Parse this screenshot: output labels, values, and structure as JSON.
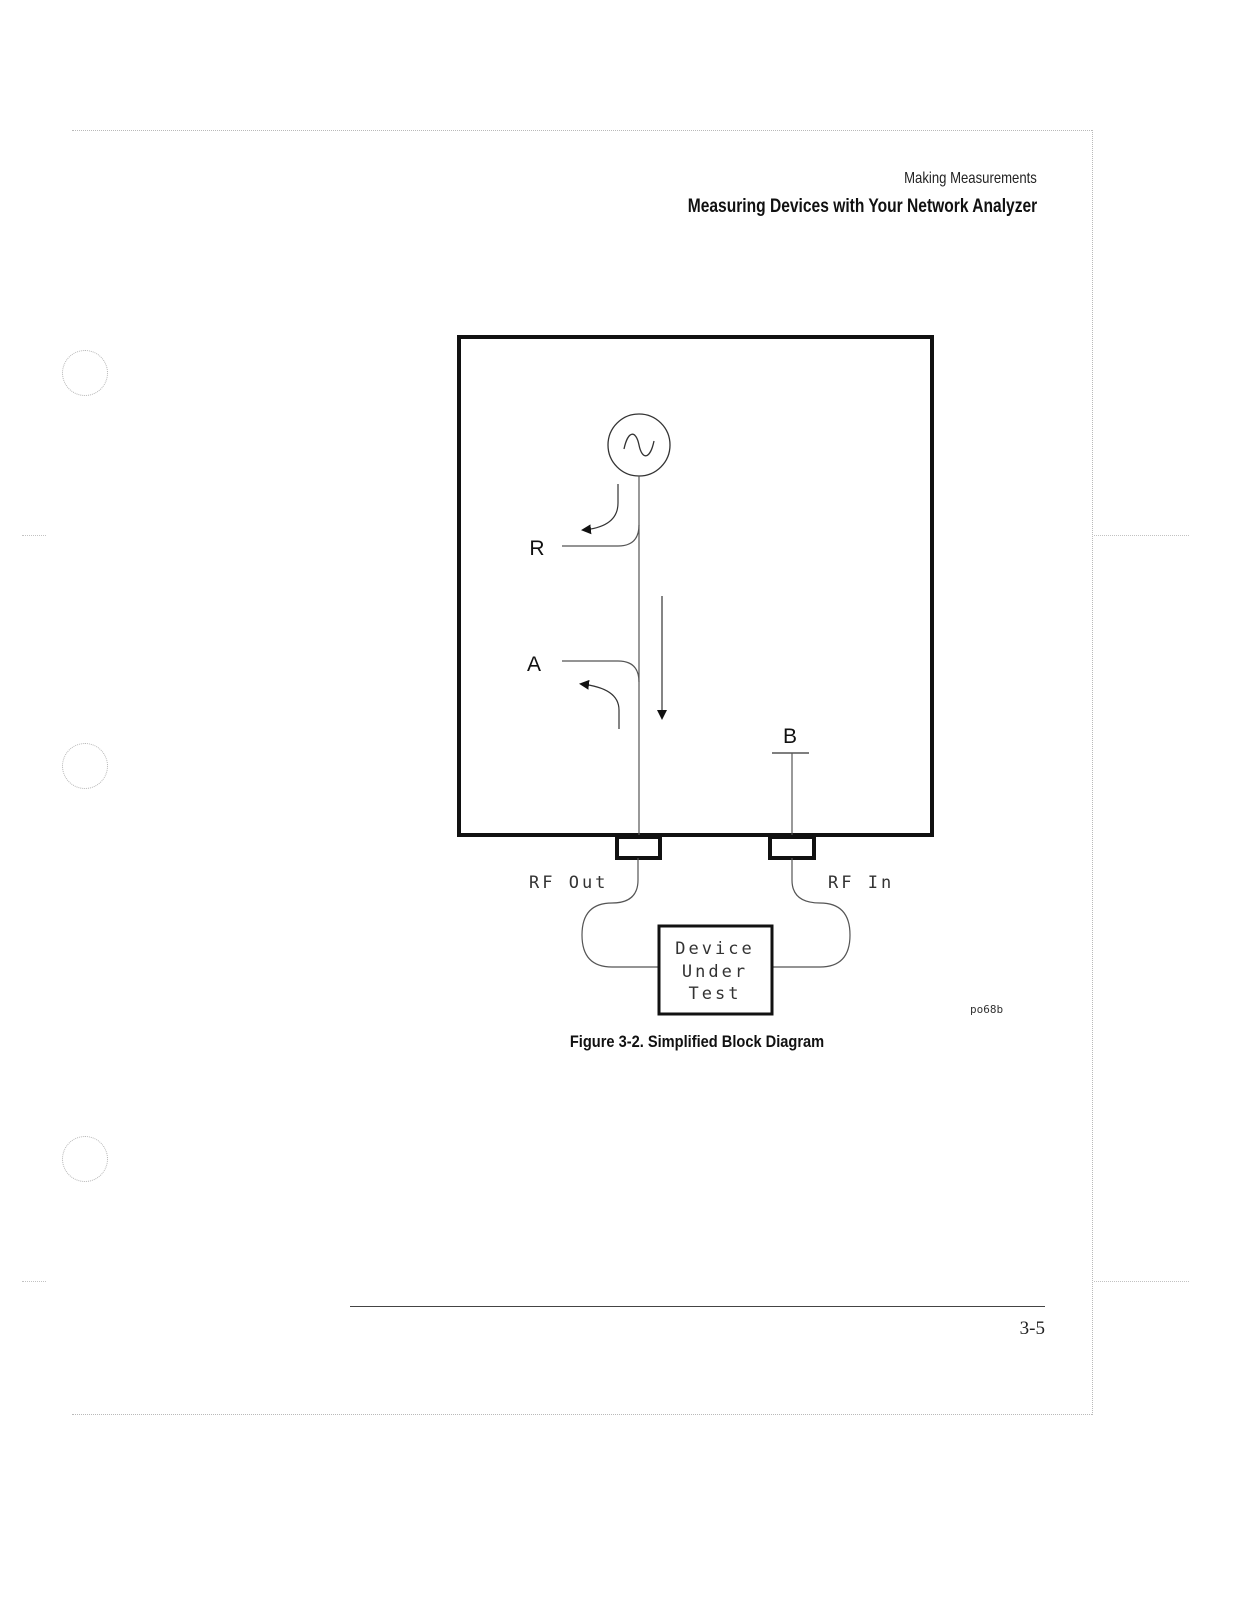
{
  "header": {
    "section": "Making Measurements",
    "title": "Measuring Devices with Your Network Analyzer"
  },
  "diagram": {
    "port_labels": {
      "r": "R",
      "a": "A",
      "b": "B"
    },
    "connector_labels": {
      "rf_out": "RF Out",
      "rf_in": "RF In"
    },
    "dut_lines": [
      "Device",
      "Under",
      "Test"
    ],
    "figure_id": "po68b"
  },
  "caption": "Figure 3-2. Simplified Block Diagram",
  "footer": {
    "page_number": "3-5"
  }
}
